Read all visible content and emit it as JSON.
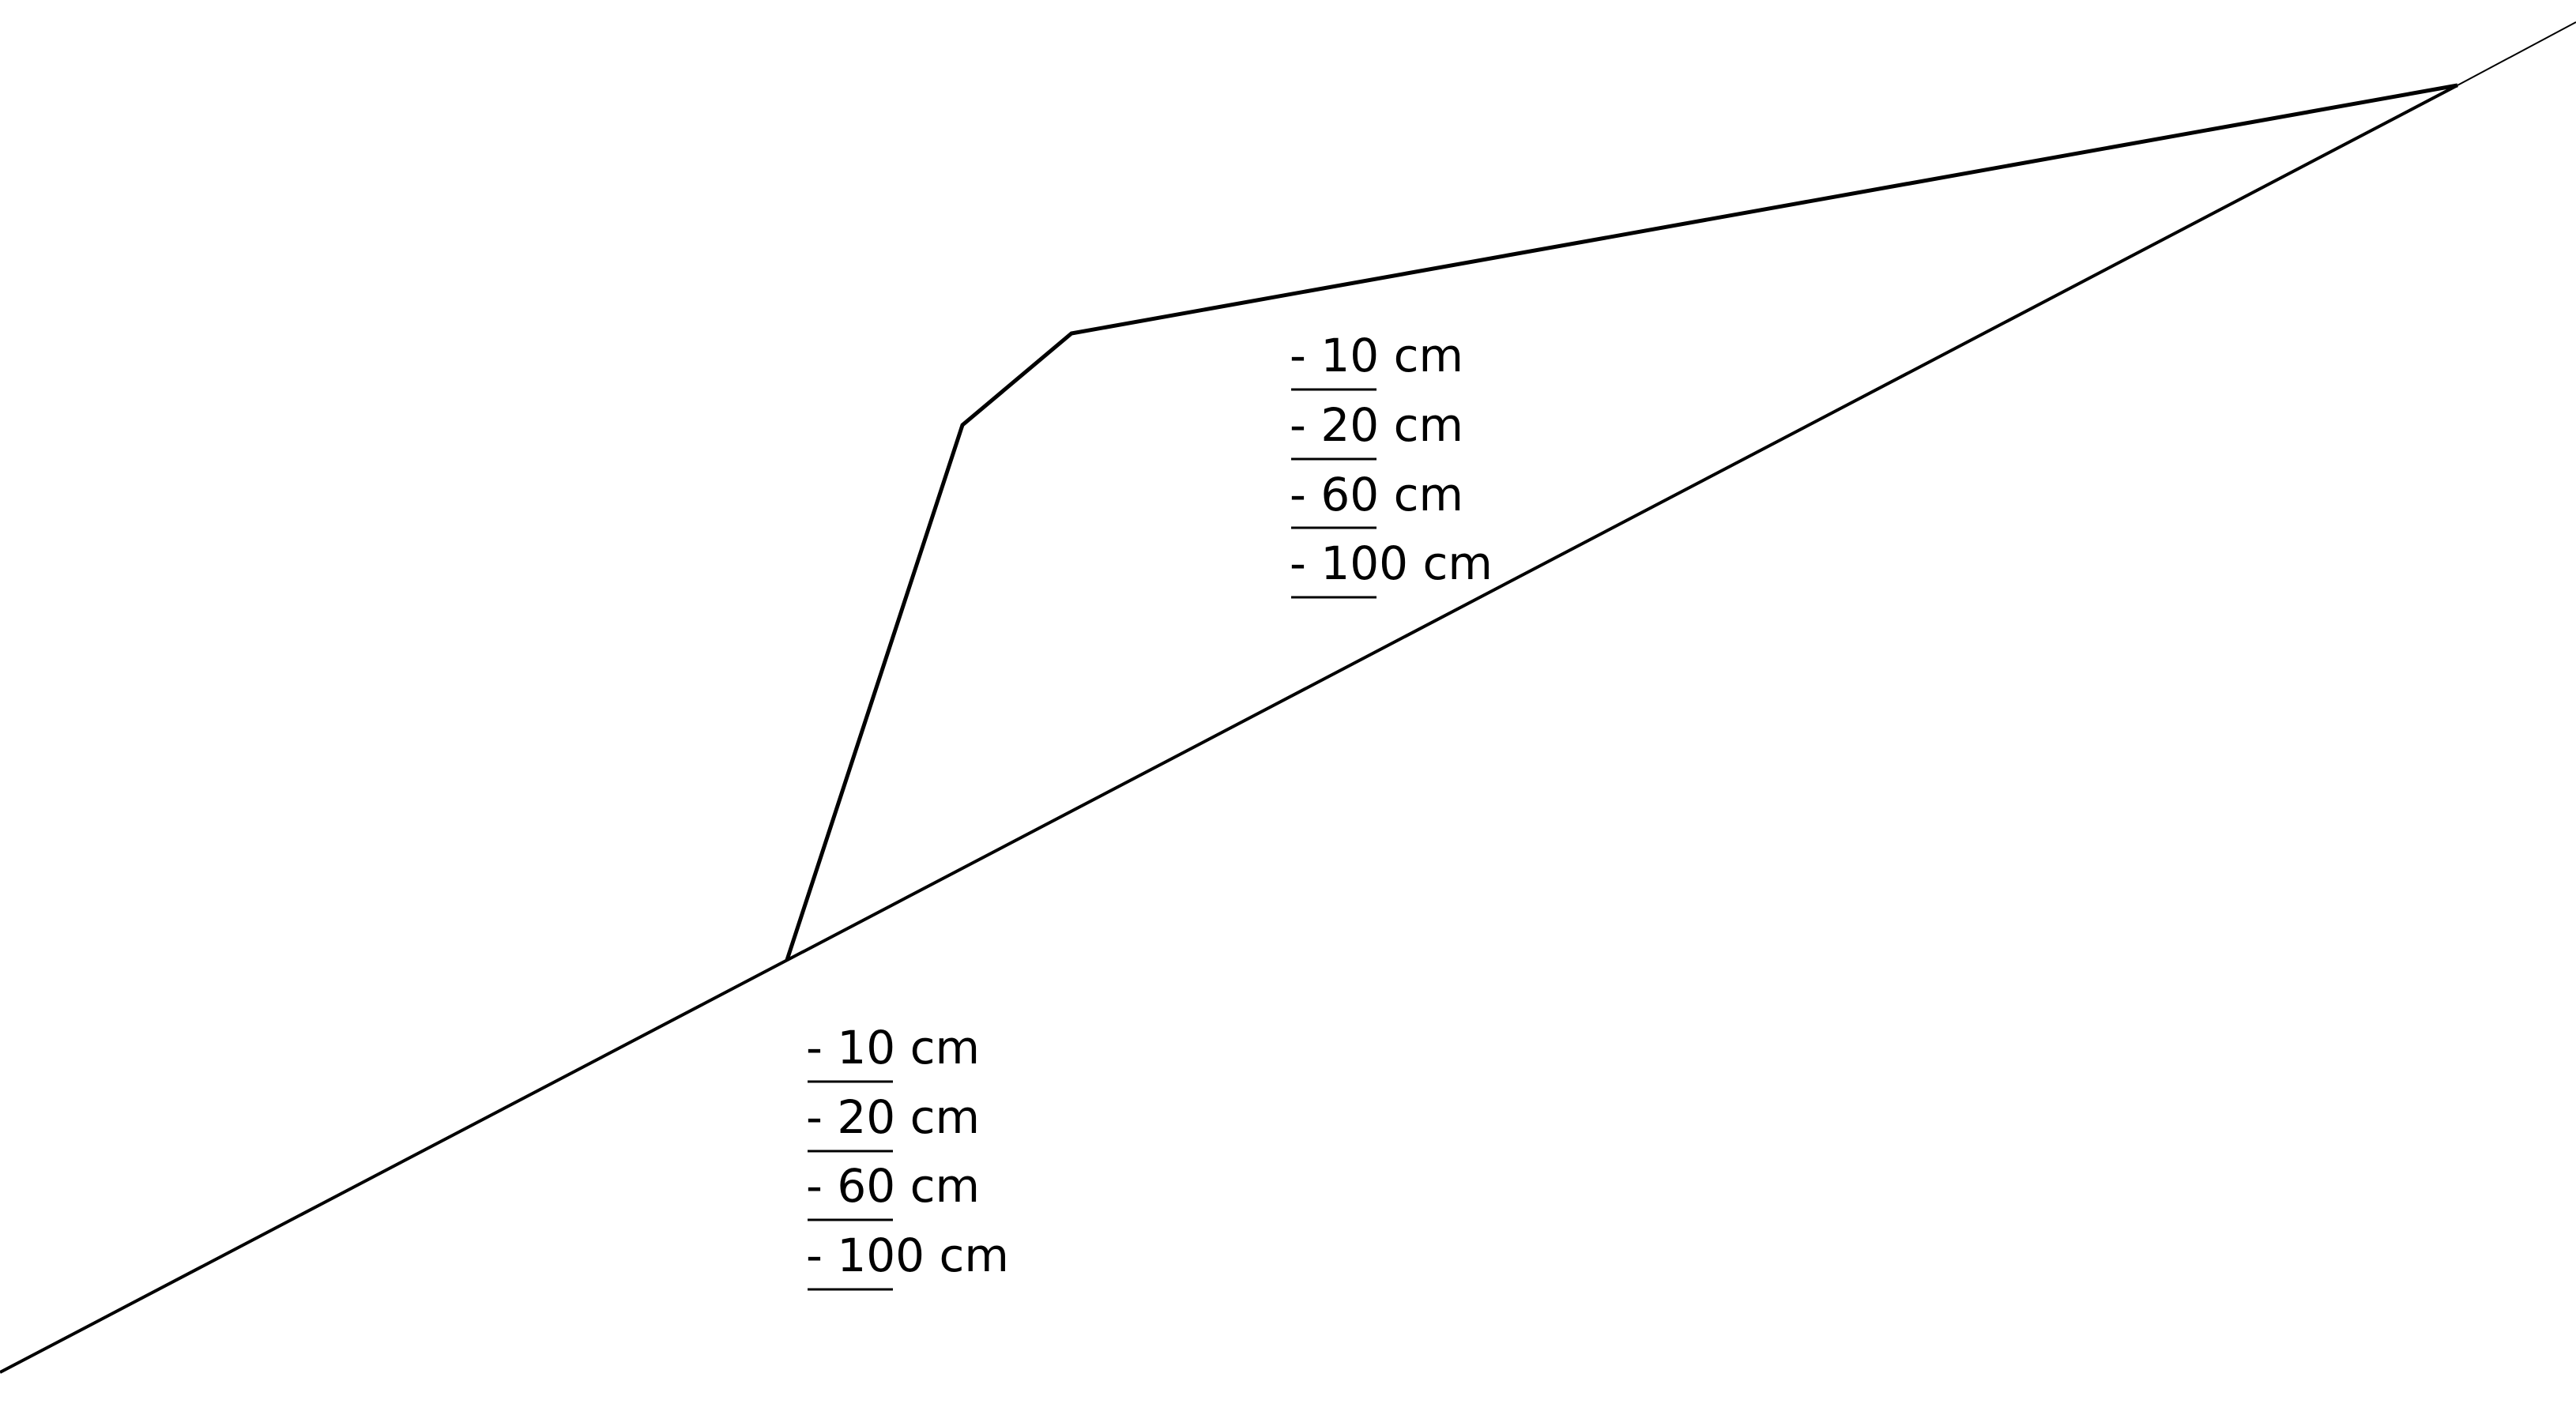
{
  "diagram": {
    "upper_depth_scale": {
      "labels": [
        "- 10 cm",
        "- 20 cm",
        "- 60 cm",
        "- 100 cm"
      ]
    },
    "lower_depth_scale": {
      "labels": [
        "- 10 cm",
        "- 20 cm",
        "- 60 cm",
        "- 100 cm"
      ]
    },
    "colors": {
      "line": "#000000",
      "background": "#ffffff"
    }
  }
}
